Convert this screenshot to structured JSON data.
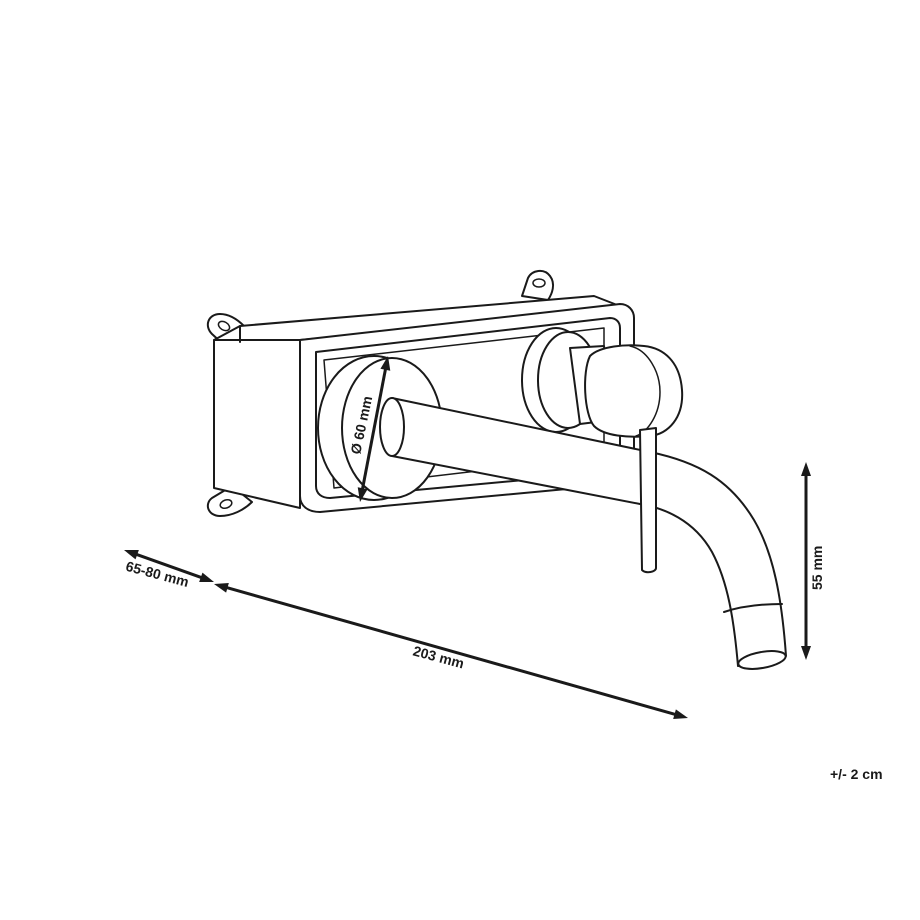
{
  "dimensions": {
    "depth": "65-80 mm",
    "length": "203 mm",
    "height": "55 mm",
    "diameter": "Ø 60 mm"
  },
  "tolerance": "+/- 2 cm"
}
